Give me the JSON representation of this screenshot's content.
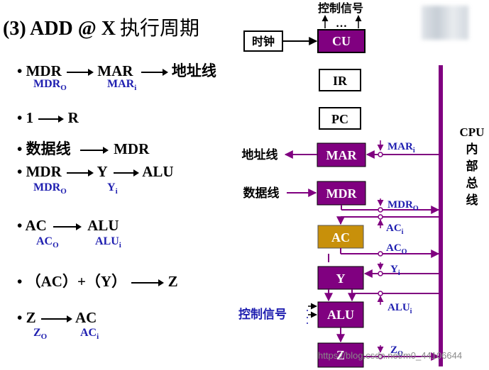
{
  "title": {
    "main": "(3) ADD @ X",
    "cn": "执行周期"
  },
  "steps": [
    {
      "parts": [
        "MDR",
        "MAR",
        "地址线"
      ]
    },
    {
      "parts": [
        "1",
        "R"
      ]
    },
    {
      "parts": [
        "数据线",
        "MDR"
      ]
    },
    {
      "parts": [
        "MDR",
        "Y",
        "ALU"
      ]
    },
    {
      "parts": [
        "AC",
        "ALU"
      ]
    },
    {
      "parts": [
        "（AC）+（Y）",
        "Z"
      ]
    },
    {
      "parts": [
        "Z",
        "AC"
      ]
    }
  ],
  "step_signals": {
    "s1a": {
      "base": "MDR",
      "sub": "O"
    },
    "s1b": {
      "base": "MAR",
      "sub": "i"
    },
    "s4a": {
      "base": "MDR",
      "sub": "O"
    },
    "s4b": {
      "base": "Y",
      "sub": "i"
    },
    "s5a": {
      "base": "AC",
      "sub": "O"
    },
    "s5b": {
      "base": "ALU",
      "sub": "i"
    },
    "s7a": {
      "base": "Z",
      "sub": "O"
    },
    "s7b": {
      "base": "AC",
      "sub": "i"
    }
  },
  "bullet": "•",
  "diagram": {
    "ctrl_top": "控制信号",
    "ctrl_dots": "…",
    "clock": "时钟",
    "cu": "CU",
    "ir": "IR",
    "pc": "PC",
    "mar": "MAR",
    "mdr": "MDR",
    "ac": "AC",
    "y": "Y",
    "alu": "ALU",
    "z": "Z",
    "addr_bus": "地址线",
    "data_bus": "数据线",
    "ctrl_left": "控制信号",
    "bus_label": [
      "CPU",
      "内",
      "部",
      "总",
      "线"
    ],
    "signals": {
      "mar_i": {
        "base": "MAR",
        "sub": "i"
      },
      "mdr_o": {
        "base": "MDR",
        "sub": "O"
      },
      "ac_i": {
        "base": "AC",
        "sub": "i"
      },
      "ac_o": {
        "base": "AC",
        "sub": "O"
      },
      "y_i": {
        "base": "Y",
        "sub": "i"
      },
      "alu_i": {
        "base": "ALU",
        "sub": "i"
      },
      "z_o": {
        "base": "Z",
        "sub": "O"
      }
    }
  },
  "watermark": "https://blog.csdn.net/m0_44106644",
  "colors": {
    "purple": "#800080",
    "ac_fill": "#c8900a",
    "blue": "#1f1fb0",
    "black": "#000000"
  }
}
